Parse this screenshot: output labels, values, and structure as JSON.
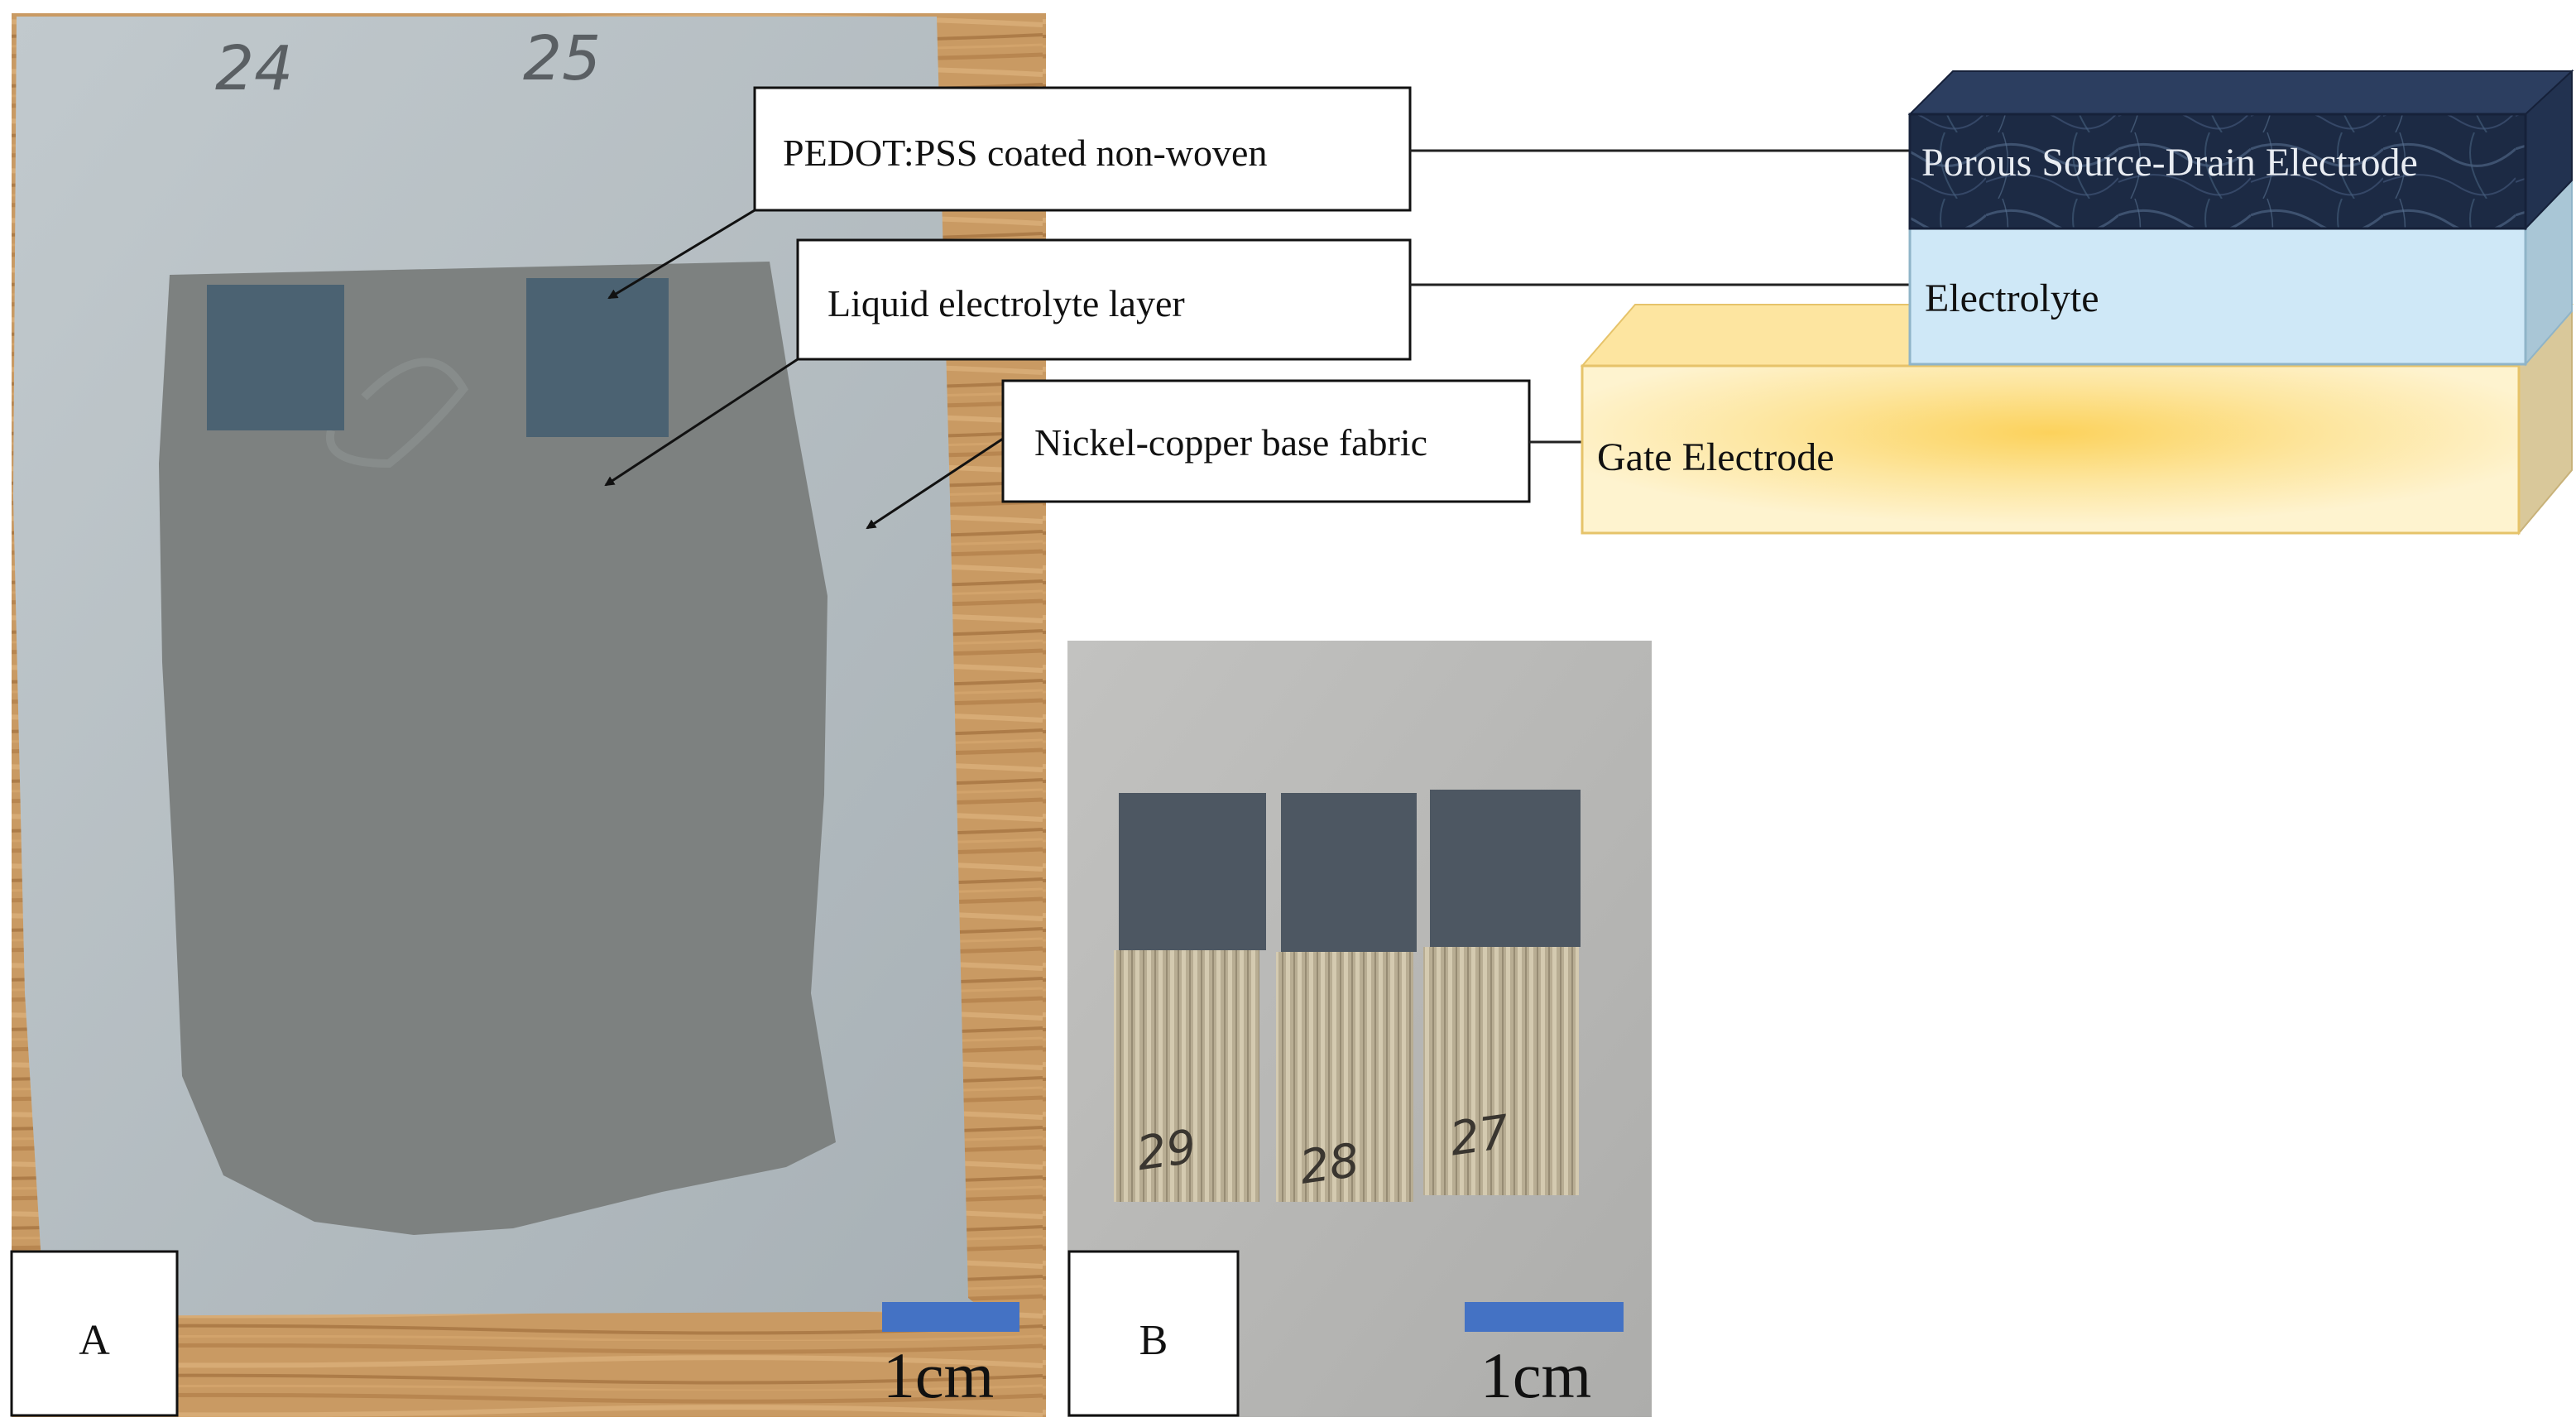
{
  "panel_a": {
    "sample_numbers": [
      "24",
      "25"
    ],
    "label": "A",
    "scale_bar_text": "1cm"
  },
  "panel_b": {
    "sample_numbers": [
      "29",
      "28",
      "27"
    ],
    "label": "B",
    "scale_bar_text": "1cm"
  },
  "callouts": [
    "PEDOT:PSS coated non-woven",
    "Liquid electrolyte layer",
    "Nickel-copper base fabric"
  ],
  "layers": {
    "top": "Porous Source-Drain Electrode",
    "middle": "Electrolyte",
    "bottom": "Gate Electrode"
  },
  "colors": {
    "scale_bar": "#4472c4",
    "wood": "#c99a63",
    "paper": "#b6bfc4",
    "electrolyte_film": "#7d8180",
    "pedot_patch": "#4b6272",
    "gate_fill": "#fde9a8",
    "electrolyte_fill": "#cfe8f7",
    "source_drain_fill": "#1c2a44"
  }
}
